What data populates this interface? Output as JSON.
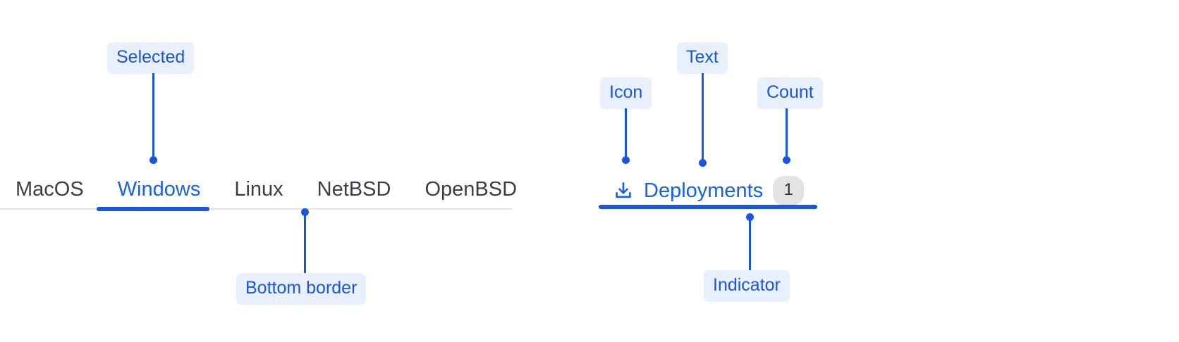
{
  "annotations": {
    "selected": "Selected",
    "bottom_border": "Bottom border",
    "icon": "Icon",
    "text": "Text",
    "count": "Count",
    "indicator": "Indicator"
  },
  "left_example": {
    "tabs": [
      {
        "label": "MacOS",
        "selected": false
      },
      {
        "label": "Windows",
        "selected": true
      },
      {
        "label": "Linux",
        "selected": false
      },
      {
        "label": "NetBSD",
        "selected": false
      },
      {
        "label": "OpenBSD",
        "selected": false
      }
    ]
  },
  "right_example": {
    "tab": {
      "icon": "download-icon",
      "label": "Deployments",
      "count": "1",
      "selected": true
    }
  },
  "colors": {
    "accent": "#1a56db",
    "tab_selected_text": "#1760e8",
    "tab_text": "#3a3f46",
    "pill_background": "#e9f0fd",
    "rule": "#e2e2e2",
    "badge_background": "#e3e3e3",
    "badge_text": "#2c2c2c",
    "page_background": "#ffffff"
  }
}
